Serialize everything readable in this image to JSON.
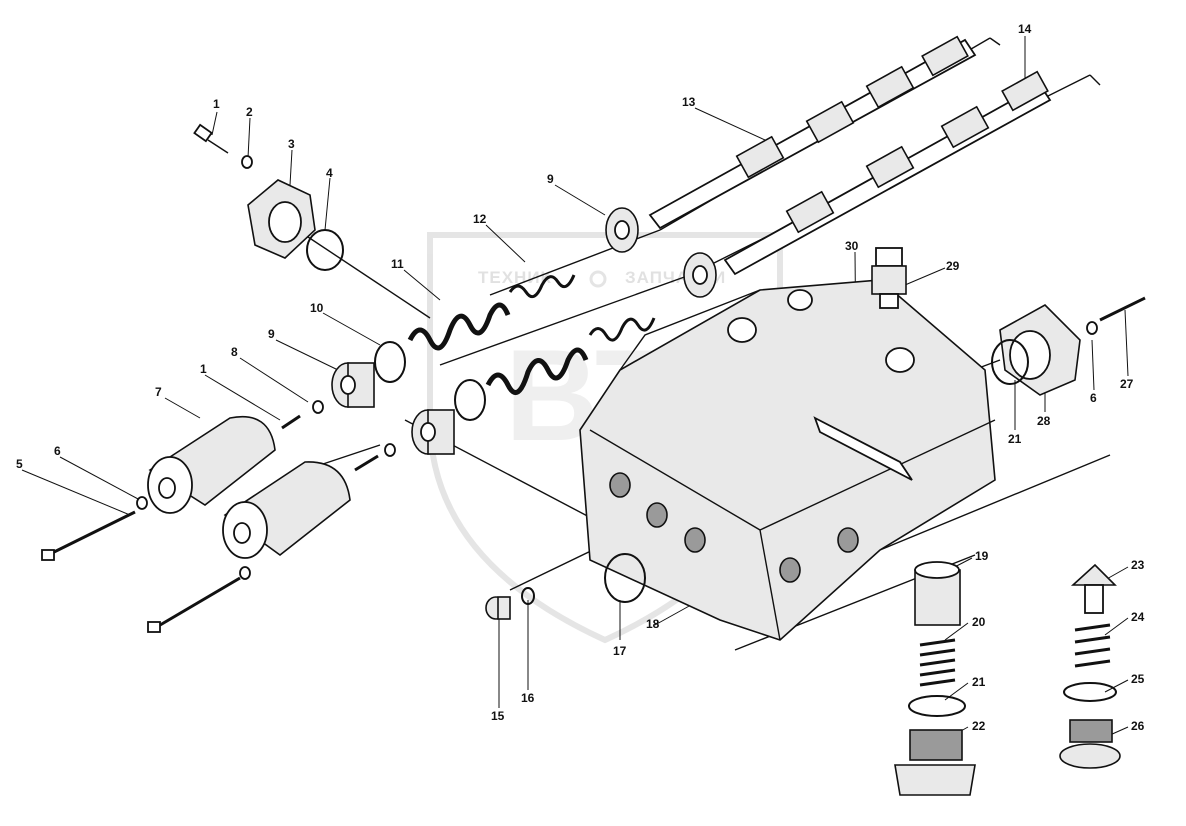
{
  "watermark": {
    "brand_left": "ТЕХНИК",
    "brand_right": "ЗАПЧАСТИ",
    "monogram": "ВТЗ"
  },
  "callouts": [
    {
      "id": "c1a",
      "label": "1"
    },
    {
      "id": "c2",
      "label": "2"
    },
    {
      "id": "c3",
      "label": "3"
    },
    {
      "id": "c4",
      "label": "4"
    },
    {
      "id": "c5",
      "label": "5"
    },
    {
      "id": "c6a",
      "label": "6"
    },
    {
      "id": "c7",
      "label": "7"
    },
    {
      "id": "c1b",
      "label": "1"
    },
    {
      "id": "c8",
      "label": "8"
    },
    {
      "id": "c9a",
      "label": "9"
    },
    {
      "id": "c10",
      "label": "10"
    },
    {
      "id": "c11",
      "label": "11"
    },
    {
      "id": "c12",
      "label": "12"
    },
    {
      "id": "c9b",
      "label": "9"
    },
    {
      "id": "c13",
      "label": "13"
    },
    {
      "id": "c14",
      "label": "14"
    },
    {
      "id": "c30",
      "label": "30"
    },
    {
      "id": "c29",
      "label": "29"
    },
    {
      "id": "c27",
      "label": "27"
    },
    {
      "id": "c6b",
      "label": "6"
    },
    {
      "id": "c28",
      "label": "28"
    },
    {
      "id": "c21a",
      "label": "21"
    },
    {
      "id": "c19",
      "label": "19"
    },
    {
      "id": "c20",
      "label": "20"
    },
    {
      "id": "c21b",
      "label": "21"
    },
    {
      "id": "c22",
      "label": "22"
    },
    {
      "id": "c23",
      "label": "23"
    },
    {
      "id": "c24",
      "label": "24"
    },
    {
      "id": "c25",
      "label": "25"
    },
    {
      "id": "c26",
      "label": "26"
    },
    {
      "id": "c18",
      "label": "18"
    },
    {
      "id": "c17",
      "label": "17"
    },
    {
      "id": "c16",
      "label": "16"
    },
    {
      "id": "c15",
      "label": "15"
    }
  ]
}
